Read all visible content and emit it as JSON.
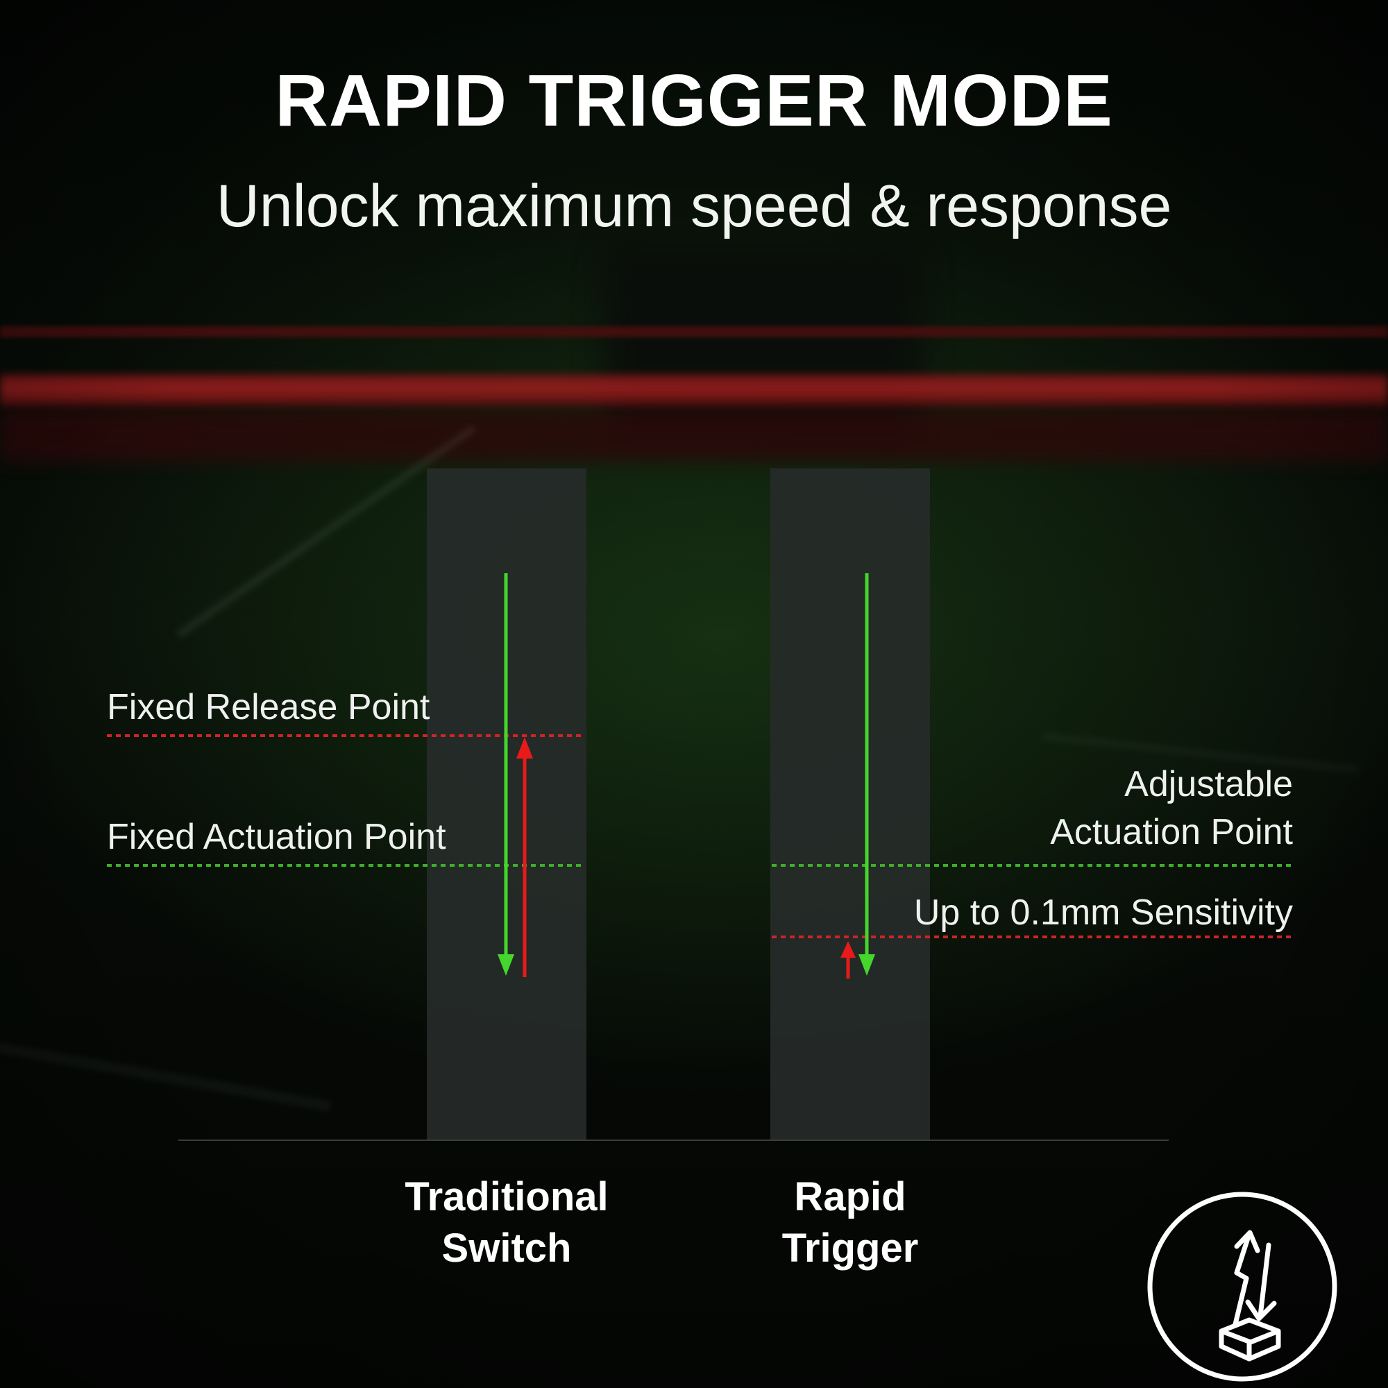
{
  "page": {
    "title": "RAPID TRIGGER MODE",
    "subtitle": "Unlock maximum speed & response"
  },
  "comparison": {
    "traditional": {
      "name_line1": "Traditional",
      "name_line2": "Switch",
      "annotations": {
        "fixed_release": "Fixed Release Point",
        "fixed_actuation": "Fixed Actuation Point"
      }
    },
    "rapid": {
      "name_line1": "Rapid",
      "name_line2": "Trigger",
      "annotations": {
        "adjustable_line1": "Adjustable",
        "adjustable_line2": "Actuation Point",
        "sensitivity": "Up to 0.1mm Sensitivity"
      }
    }
  },
  "colors": {
    "accent_green": "#44d62c",
    "accent_red": "#e81a1a",
    "dotted_red": "#cf2424",
    "dotted_green": "#3fae2a",
    "text": "#f4f6f4",
    "background": "#050806",
    "bar": "#262b29",
    "red_band": "#a32020"
  },
  "icons": {
    "bottom_right": "rapid-trigger-keypress-icon"
  }
}
